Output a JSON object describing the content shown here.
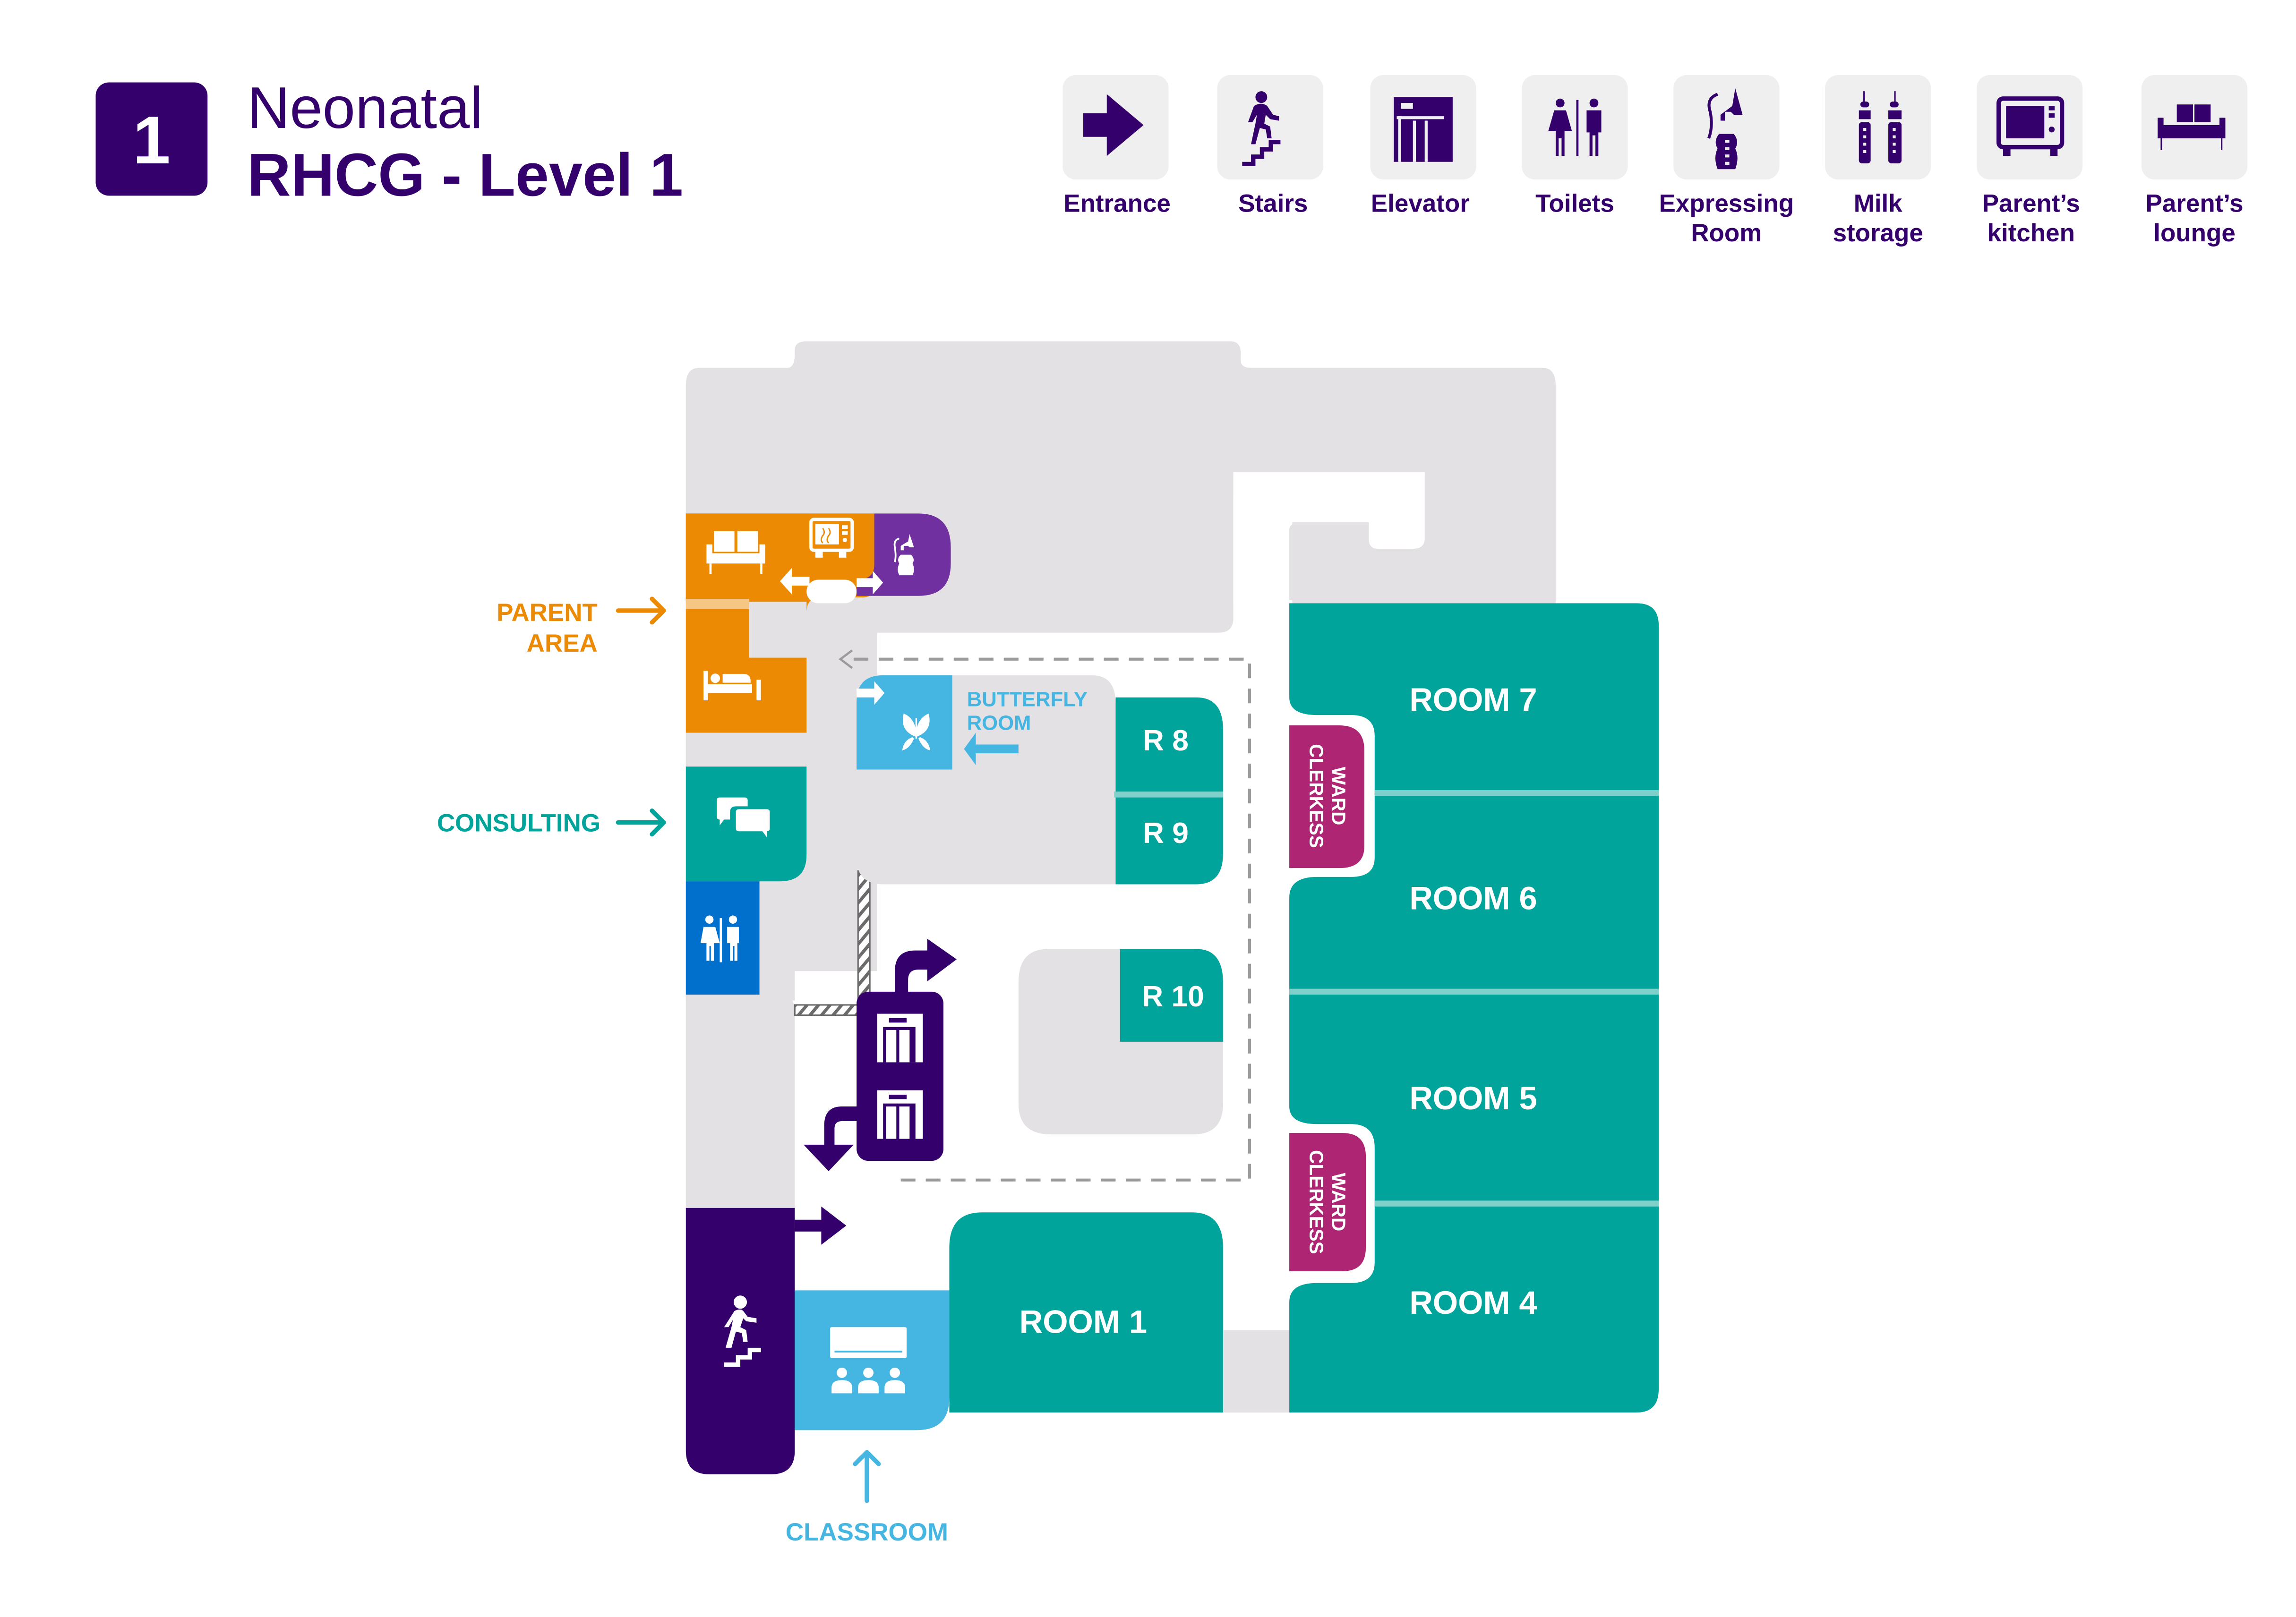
{
  "header": {
    "level_badge": "1",
    "title_line1": "Neonatal",
    "title_line2": "RHCG - Level 1"
  },
  "legend": {
    "items": [
      {
        "icon": "entrance-arrow-icon",
        "line1": "Entrance",
        "line2": ""
      },
      {
        "icon": "stairs-icon",
        "line1": "Stairs",
        "line2": ""
      },
      {
        "icon": "elevator-icon",
        "line1": "Elevator",
        "line2": ""
      },
      {
        "icon": "toilets-icon",
        "line1": "Toilets",
        "line2": ""
      },
      {
        "icon": "breast-pump-icon",
        "line1": "Expressing",
        "line2": "Room"
      },
      {
        "icon": "milk-bottles-icon",
        "line1": "Milk",
        "line2": "storage"
      },
      {
        "icon": "microwave-icon",
        "line1": "Parent’s",
        "line2": "kitchen"
      },
      {
        "icon": "sofa-icon",
        "line1": "Parent’s",
        "line2": "lounge"
      }
    ]
  },
  "map": {
    "labels": {
      "parent_area_line1": "PARENT",
      "parent_area_line2": "AREA",
      "consulting": "CONSULTING",
      "classroom": "CLASSROOM",
      "butterfly_line1": "BUTTERFLY",
      "butterfly_line2": "ROOM"
    },
    "rooms": {
      "r8": "R 8",
      "r9": "R 9",
      "r10": "R 10",
      "room1": "ROOM 1",
      "room4": "ROOM 4",
      "room5": "ROOM 5",
      "room6": "ROOM 6",
      "room7": "ROOM 7"
    },
    "ward_clerkess_line1": "WARD",
    "ward_clerkess_line2": "CLERKESS"
  },
  "colors": {
    "brand_purple": "#34006c",
    "parent_orange": "#ec8b03",
    "parent_orange_light": "#f5c684",
    "expressing_purple": "#7030a0",
    "teal_rooms": "#01a49a",
    "teal_divider": "#80d1cc",
    "ward_magenta": "#ae2573",
    "toilet_blue": "#0070cc",
    "classroom_blue": "#45b5e2",
    "building_grey": "#e4e1e5",
    "legend_tile_grey": "#efeff0",
    "route_grey": "#9b9b9b"
  }
}
